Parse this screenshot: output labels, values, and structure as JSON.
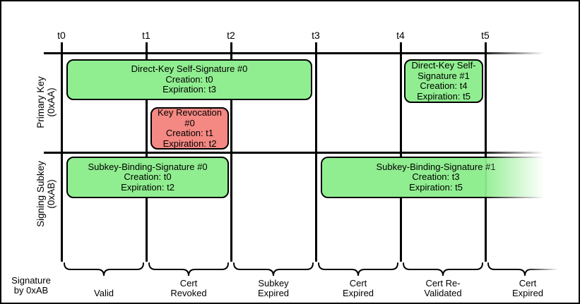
{
  "diagram": {
    "tick_labels": [
      "t0",
      "t1",
      "t2",
      "t3",
      "t4",
      "t5"
    ],
    "rows": [
      {
        "name": "Primary Key",
        "id": "(0xAA)"
      },
      {
        "name": "Signing Subkey",
        "id": "(0xAB)"
      }
    ],
    "signatures": [
      {
        "title": "Direct-Key Self-Signature #0",
        "creation": "Creation: t0",
        "expiration": "Expiration: t3",
        "status": "valid"
      },
      {
        "title": "Direct-Key Self-Signature #1",
        "creation": "Creation: t4",
        "expiration": "Expiration: t5",
        "status": "valid"
      },
      {
        "title": "Key Revocation #0",
        "creation": "Creation: t1",
        "expiration": "Expiration: t2",
        "status": "revoked"
      },
      {
        "title": "Subkey-Binding-Signature #0",
        "creation": "Creation: t0",
        "expiration": "Expiration: t2",
        "status": "valid"
      },
      {
        "title": "Subkey-Binding-Signature #1",
        "creation": "Creation: t3",
        "expiration": "Expiration: t5",
        "status": "valid"
      }
    ],
    "footer": {
      "axis_label": {
        "line1": "Signature",
        "line2": "by 0xAB"
      },
      "phases": [
        {
          "line1": "Valid",
          "line2": ""
        },
        {
          "line1": "Cert",
          "line2": "Revoked"
        },
        {
          "line1": "Subkey",
          "line2": "Expired"
        },
        {
          "line1": "Cert",
          "line2": "Expired"
        },
        {
          "line1": "Cert Re-",
          "line2": "Validated"
        },
        {
          "line1": "Cert",
          "line2": "Expired"
        }
      ]
    },
    "colors": {
      "valid_green": "#90EE90",
      "revoked_red": "#F48882",
      "line_black": "#000000"
    }
  }
}
